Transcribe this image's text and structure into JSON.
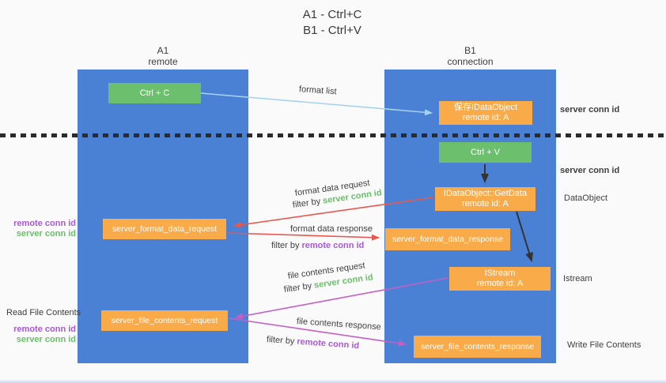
{
  "title": {
    "line1": "A1 - Ctrl+C",
    "line2": "B1 - Ctrl+V"
  },
  "columns": {
    "left": {
      "name": "A1",
      "role": "remote"
    },
    "right": {
      "name": "B1",
      "role": "connection"
    }
  },
  "nodes": {
    "ctrl_c": {
      "label": "Ctrl + C"
    },
    "save_dataobject": {
      "line1": "保存IDataObject",
      "line2": "remote id: A"
    },
    "ctrl_v": {
      "label": "Ctrl + V"
    },
    "getdata": {
      "line1": "IDataObject::GetData",
      "line2": "remote id: A"
    },
    "server_format_data_request": {
      "label": "server_format_data_request"
    },
    "server_format_data_response": {
      "label": "server_format_data_response"
    },
    "istream": {
      "line1": "IStream",
      "line2": "remote id: A"
    },
    "server_file_contents_request": {
      "label": "server_file_contents_request"
    },
    "server_file_contents_response": {
      "label": "server_file_contents_response"
    }
  },
  "flows": {
    "format_list": {
      "label": "format list"
    },
    "format_data_request": {
      "label": "format data request",
      "filter_prefix": "filter by",
      "filter_key": "server conn id"
    },
    "format_data_response": {
      "label": "format data response",
      "filter_prefix": "filter by",
      "filter_key": "remote conn id"
    },
    "file_contents_request": {
      "label": "file contents request",
      "filter_prefix": "filter by",
      "filter_key": "server conn id"
    },
    "file_contents_response": {
      "label": "file contents response",
      "filter_prefix": "filter by",
      "filter_key": "remote conn id"
    }
  },
  "annotations": {
    "right": {
      "server_conn_id_top": "server conn id",
      "server_conn_id_mid": "server conn id",
      "dataobject": "DataObject",
      "istream": "Istream",
      "write_file_contents": "Write File Contents"
    },
    "left": {
      "remote_conn_id_1": "remote conn id",
      "server_conn_id_1": "server conn id",
      "read_file_contents": "Read File Contents",
      "remote_conn_id_2": "remote conn id",
      "server_conn_id_2": "server conn id"
    }
  },
  "colors": {
    "column_blue": "#4a81d4",
    "node_green": "#6cbf6c",
    "node_orange": "#f9ab49",
    "arrow_red": "#e8584e",
    "arrow_magenta": "#c45fc5",
    "arrow_lightblue": "#a6d2ee",
    "arrow_black": "#333333",
    "text_green": "#6abf69",
    "text_purple": "#a85ad1"
  }
}
